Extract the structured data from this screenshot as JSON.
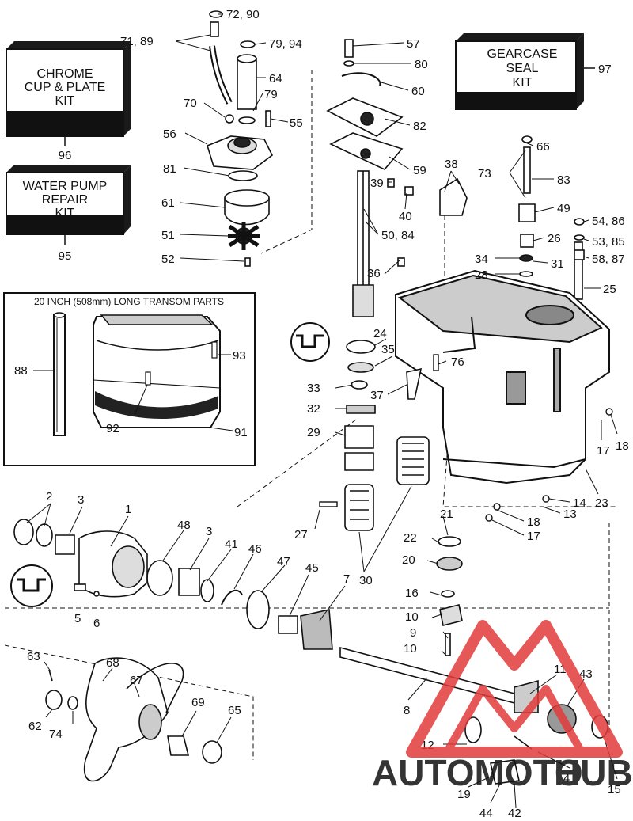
{
  "kits": [
    {
      "lines": [
        "CHROME",
        "CUP & PLATE",
        "KIT"
      ],
      "ref": "96"
    },
    {
      "lines": [
        "WATER PUMP",
        "REPAIR",
        "KIT"
      ],
      "ref": "95"
    },
    {
      "lines": [
        "GEARCASE",
        "SEAL",
        "KIT"
      ],
      "ref": "97"
    }
  ],
  "transom": {
    "title": "20 INCH (508mm) LONG TRANSOM PARTS",
    "labels": [
      "88",
      "93",
      "92",
      "91"
    ]
  },
  "callouts": [
    "72, 90",
    "71, 89",
    "79, 94",
    "64",
    "79",
    "70",
    "55",
    "56",
    "81",
    "61",
    "51",
    "52",
    "57",
    "80",
    "60",
    "82",
    "59",
    "38",
    "39",
    "40",
    "50, 84",
    "36",
    "66",
    "73",
    "83",
    "49",
    "26",
    "54, 86",
    "53, 85",
    "58, 87",
    "34",
    "31",
    "28",
    "25",
    "24",
    "35",
    "76",
    "33",
    "37",
    "32",
    "29",
    "18",
    "17",
    "23",
    "14",
    "13",
    "18",
    "17",
    "2",
    "3",
    "1",
    "48",
    "3",
    "41",
    "46",
    "47",
    "45",
    "7",
    "27",
    "30",
    "21",
    "22",
    "20",
    "16",
    "10",
    "9",
    "10",
    "5",
    "6",
    "63",
    "68",
    "67",
    "62",
    "74",
    "69",
    "65",
    "8",
    "11",
    "43",
    "12",
    "4",
    "15",
    "19",
    "44",
    "42"
  ],
  "watermark": {
    "left": "AUTOMOTO",
    "right": "HUB"
  },
  "colors": {
    "ink": "#111111",
    "watermark_red": "#e23b3b",
    "watermark_orange": "#f0a33a",
    "watermark_grey": "#8a8a8a"
  }
}
